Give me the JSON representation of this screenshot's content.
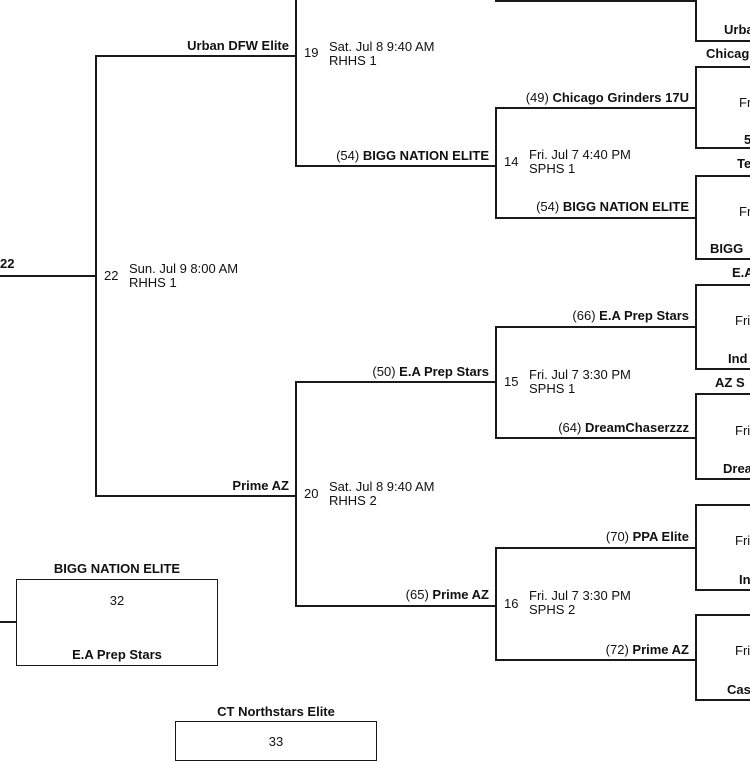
{
  "round_left": {
    "edge_label": "22",
    "game": {
      "num": "22",
      "date": "Sun. Jul 9 8:00 AM",
      "venue": "RHHS 1"
    }
  },
  "g19": {
    "num": "19",
    "date": "Sat. Jul 8 9:40 AM",
    "venue": "RHHS 1",
    "top_team": "Urban DFW Elite",
    "bottom_seed": "(54)",
    "bottom_team": "BIGG NATION ELITE"
  },
  "g20": {
    "num": "20",
    "date": "Sat. Jul 8 9:40 AM",
    "venue": "RHHS 2",
    "bottom_team": "Prime AZ",
    "top_seed": "(50)",
    "top_team": "E.A Prep Stars",
    "low_seed": "(65)",
    "low_team": "Prime AZ"
  },
  "g14": {
    "num": "14",
    "date": "Fri. Jul 7 4:40 PM",
    "venue": "SPHS 1",
    "top_seed": "(49)",
    "top_team": "Chicago Grinders 17U",
    "bottom_seed": "(54)",
    "bottom_team": "BIGG NATION ELITE"
  },
  "g15": {
    "num": "15",
    "date": "Fri. Jul 7 3:30 PM",
    "venue": "SPHS 1",
    "top_seed": "(66)",
    "top_team": "E.A Prep Stars",
    "bottom_seed": "(64)",
    "bottom_team": "DreamChaserzzz"
  },
  "g16": {
    "num": "16",
    "date": "Fri. Jul 7 3:30 PM",
    "venue": "SPHS 2",
    "top_seed": "(70)",
    "top_team": "PPA Elite",
    "bottom_seed": "(72)",
    "bottom_team": "Prime AZ"
  },
  "right_edge": {
    "r1": "Urba",
    "r2": "Chicag",
    "r3": "Fr",
    "r4": "5",
    "r5": "Te",
    "r6": "Fr",
    "r7": "BIGG",
    "r8": "E.A",
    "r9": "Fri",
    "r10": "Ind",
    "r11": "AZ S",
    "r12": "Fri",
    "r13": "Drea",
    "r14": "Fri",
    "r15": "In",
    "r16": "Fri",
    "r17": "Cas"
  },
  "box32": {
    "top_team": "BIGG NATION ELITE",
    "num": "32",
    "bottom_team": "E.A Prep Stars"
  },
  "box33": {
    "top_team": "CT Northstars Elite",
    "num": "33"
  }
}
